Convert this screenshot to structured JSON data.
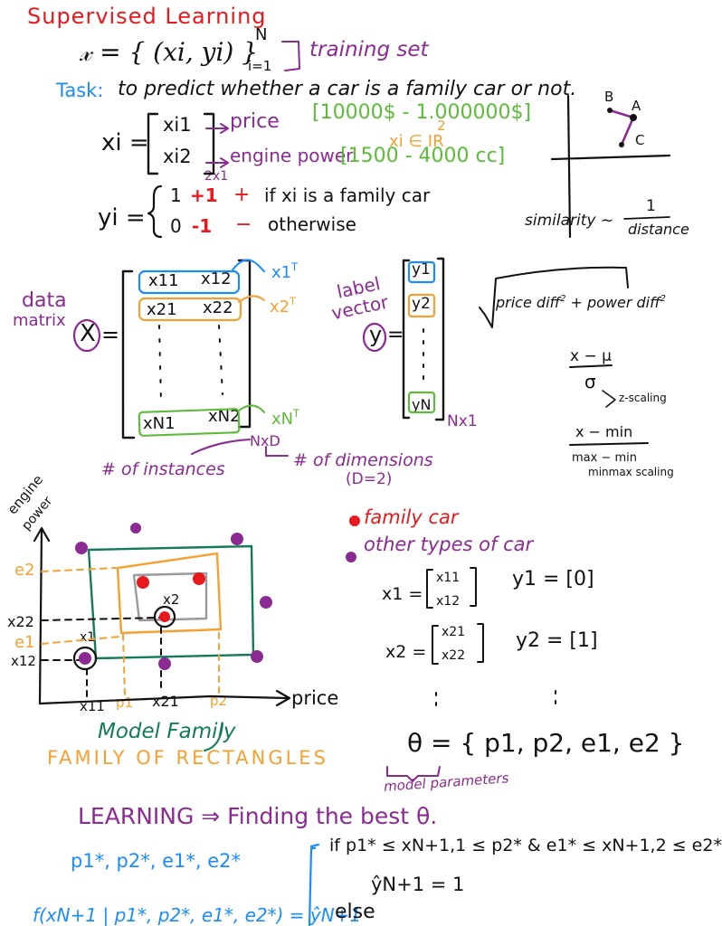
{
  "title": "Supervised Learning",
  "training_set": {
    "formula": "𝓍 = { (xi, yi) }",
    "sup": "N",
    "sub": "i=1",
    "label": "training set"
  },
  "task": {
    "label": "Task:",
    "text": "to predict whether a car is a family car or not."
  },
  "feature_vector": {
    "lhs": "xi =",
    "row1": "xi1",
    "row2": "xi2",
    "dim": "2x1",
    "feature1": "price",
    "feature2": "engine power",
    "range1": "[10000$ - 1.000000$]",
    "range2": "[1500 - 4000 cc]",
    "real_note": "xi ∈ IR",
    "note_2": "2"
  },
  "label_def": {
    "lhs": "yi =",
    "row1_a": "1",
    "row1_b": "+1",
    "row1_c": "+",
    "row1_text": "if xi is a family car",
    "row2_a": "0",
    "row2_b": "-1",
    "row2_c": "−",
    "row2_text": "otherwise"
  },
  "similarity": {
    "points": [
      "B",
      "A",
      "C"
    ],
    "formula_lhs": "similarity ~",
    "numerator": "1",
    "denominator": "distance"
  },
  "data_matrix": {
    "label_line1": "data",
    "label_line2": "matrix",
    "symbol": "X",
    "equals": "=",
    "rows": [
      {
        "c1": "x11",
        "c2": "x12",
        "transpose": "x1",
        "color": "#1a8cff"
      },
      {
        "c1": "x21",
        "c2": "x22",
        "transpose": "x2",
        "color": "#f5a030"
      },
      {
        "c1": "xN1",
        "c2": "xN2",
        "transpose": "xN",
        "color": "#5dbb3a"
      }
    ],
    "transpose_sup": "T",
    "shape": "NxD",
    "instances_label": "# of instances",
    "dimensions_label": "# of dimensions",
    "dimensions_note": "(D=2)"
  },
  "label_vector": {
    "label_line1": "label",
    "label_line2": "vector",
    "symbol": "y",
    "equals": "=",
    "entries": [
      {
        "v": "y1",
        "color": "#1a8cff"
      },
      {
        "v": "y2",
        "color": "#f5a030"
      },
      {
        "v": "yN",
        "color": "#5dbb3a"
      }
    ],
    "shape": "Nx1"
  },
  "distance_formula": {
    "term1": "price diff",
    "plus": "+",
    "term2": "power diff",
    "exp": "2"
  },
  "scaling": {
    "z_num": "x − μ",
    "z_den": "σ",
    "z_label": "z-scaling",
    "mm_num": "x − min",
    "mm_den": "max − min",
    "mm_label": "minmax scaling"
  },
  "plot": {
    "y_axis_label_1": "engine",
    "y_axis_label_2": "power",
    "x_axis_label": "price",
    "y_ticks": [
      "e2",
      "x22",
      "e1",
      "x12"
    ],
    "x_ticks": [
      "x11",
      "p1",
      "x21",
      "p2"
    ],
    "point_labels": [
      "x1",
      "x2"
    ],
    "model_family_label": "Model Family",
    "family_of_rectangles": "FAMILY OF RECTANGLES"
  },
  "legend": {
    "family_car": "family car",
    "other_car": "other types of car",
    "family_color": "#e8191c",
    "other_color": "#8b2a92"
  },
  "examples": [
    {
      "lhs": "x1 =",
      "r1": "x11",
      "r2": "x12",
      "y": "y1 = [0]"
    },
    {
      "lhs": "x2 =",
      "r1": "x21",
      "r2": "x22",
      "y": "y2 = [1]"
    }
  ],
  "theta": {
    "lhs": "θ = { p1, p2, e1, e2 }",
    "note": "model parameters"
  },
  "learning": {
    "text": "LEARNING ⇒ Finding the best θ.",
    "best_params": "p1*, p2*, e1*, e2*",
    "hypothesis": "f(xN+1 | p1*, p2*, e1*, e2*) = ŷN+1",
    "if_text": "if  p1* ≤ xN+1,1 ≤ p2*  &  e1* ≤ xN+1,2 ≤ e2*",
    "then_text": "ŷN+1 = 1",
    "else_text": "else"
  },
  "colors": {
    "red": "#e8191c",
    "purple": "#8b2a92",
    "blue": "#1a8cff",
    "green": "#5dbb3a",
    "orange": "#f5a030",
    "teal": "#137a5a",
    "gray": "#9a9a9a",
    "black": "#111111"
  }
}
